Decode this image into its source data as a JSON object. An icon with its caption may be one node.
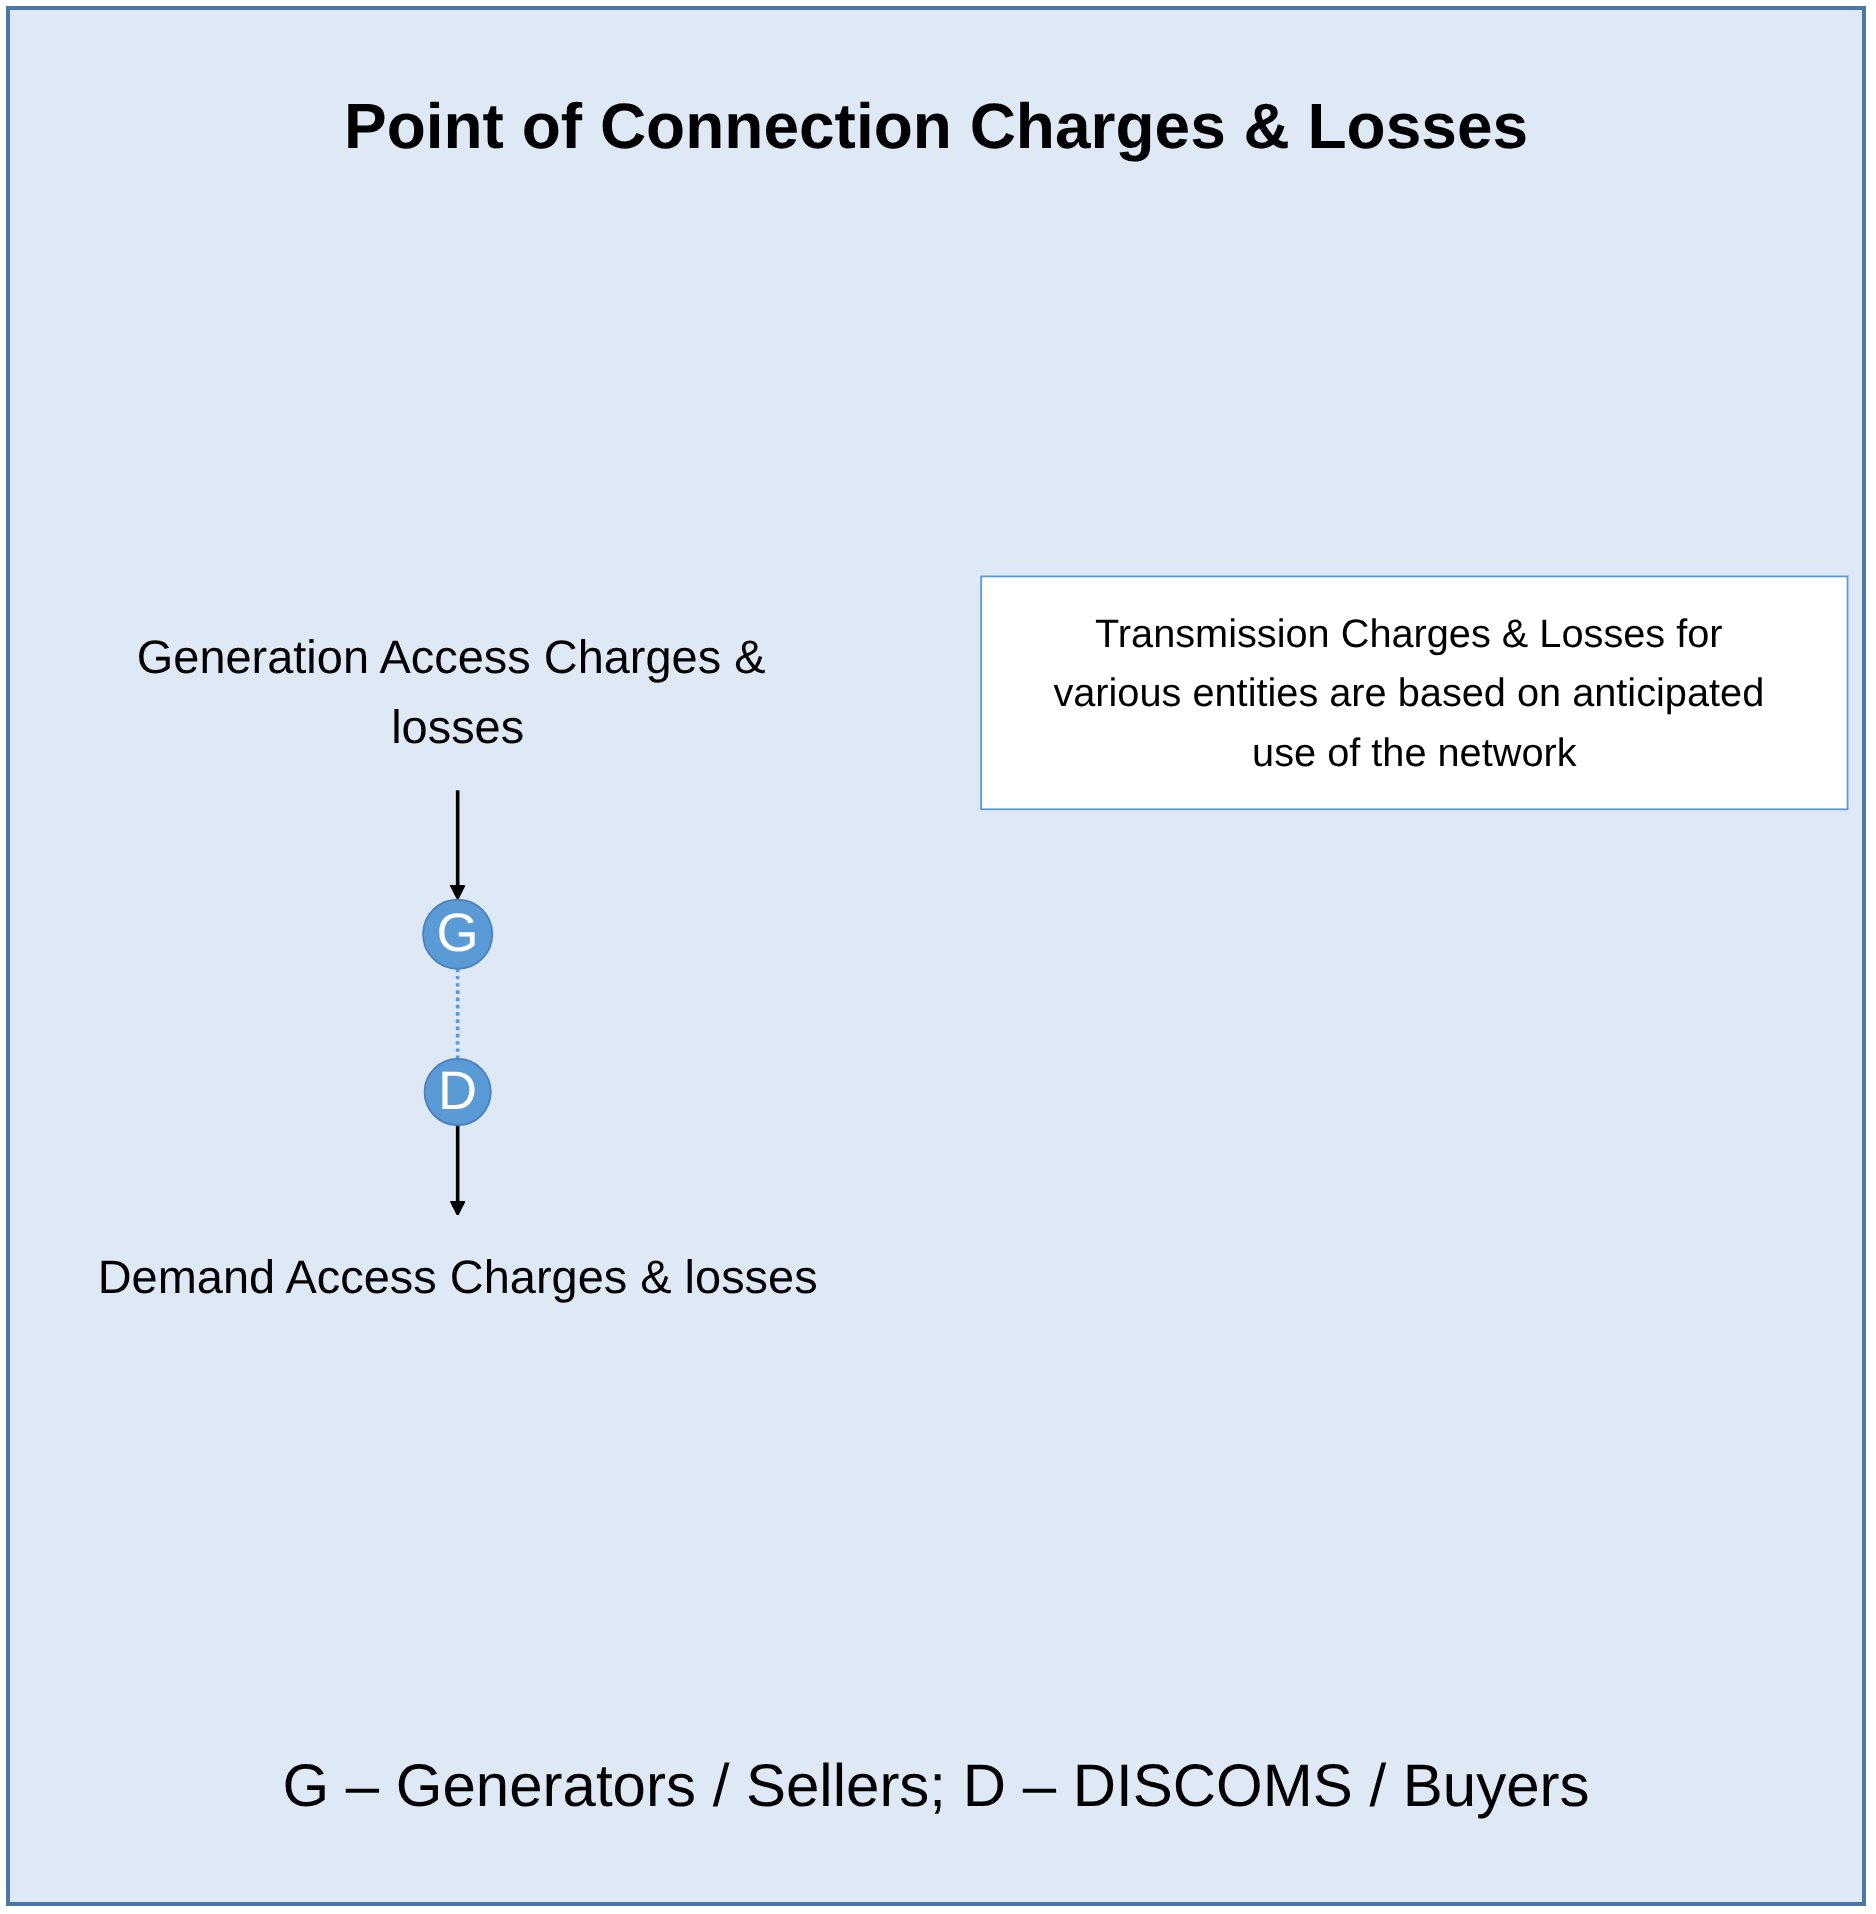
{
  "diagram": {
    "title": "Point of Connection Charges & Losses",
    "nodes": [
      {
        "text": [
          "Generation Access Charges & losses"
        ]
      },
      {
        "text": [
          "G"
        ]
      },
      {
        "text": [
          "D"
        ]
      },
      {
        "text": [
          "Demand Access Charges & losses"
        ]
      },
      {
        "text": [
          "Transmission Charges & Losses for various entities are based on anticipated use of the network"
        ]
      }
    ],
    "edges": [
      {
        "from": 0,
        "to": 1,
        "arrow": "to"
      },
      {
        "from": 1,
        "to": 2,
        "arrow": "none",
        "style": "dashed",
        "color": "#5b9bd5"
      },
      {
        "from": 2,
        "to": 3,
        "arrow": "to"
      }
    ],
    "labels": [
      "G – Generators / Sellers; D – DISCOMS / Buyers"
    ]
  }
}
